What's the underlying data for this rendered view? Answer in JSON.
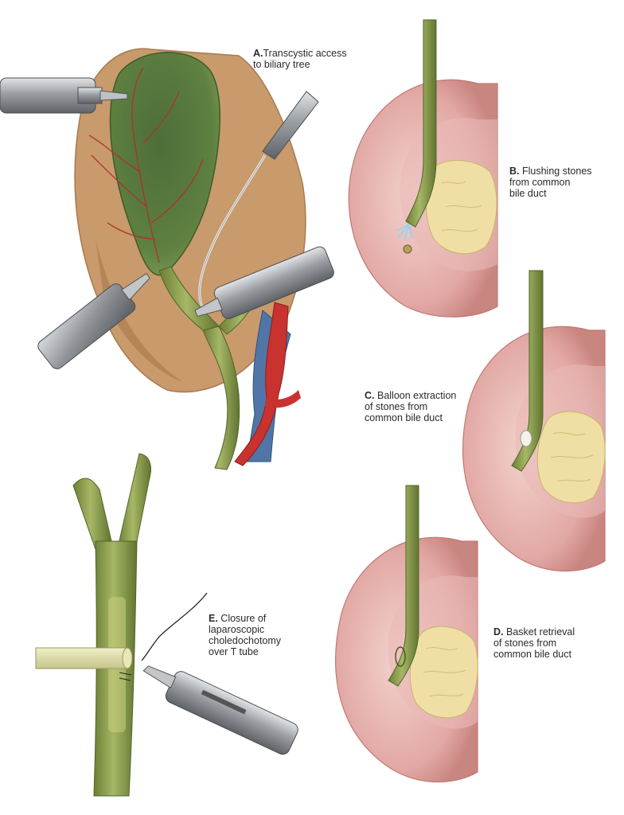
{
  "panels": {
    "a": {
      "letter": "A.",
      "lines": [
        "Transcystic access",
        "to biliary tree"
      ]
    },
    "b": {
      "letter": "B.",
      "lines": [
        "Flushing stones",
        "from common",
        "bile duct"
      ]
    },
    "c": {
      "letter": "C.",
      "lines": [
        "Balloon extraction",
        "of stones from",
        "common bile duct"
      ]
    },
    "d": {
      "letter": "D.",
      "lines": [
        "Basket retrieval",
        "of stones from",
        "common bile duct"
      ]
    },
    "e": {
      "letter": "E.",
      "lines": [
        "Closure of",
        "laparoscopic",
        "choledochotomy",
        "over T tube"
      ]
    }
  },
  "colors": {
    "bile_duct_green": "#7f9440",
    "gallbladder_green": "#5f7f3c",
    "liver_tan": "#c89a6c",
    "artery_red": "#c8322f",
    "vein_blue": "#5275a8",
    "duodenum_pink": "#e4aeab",
    "stone_yellow": "#efdfa4",
    "instrument_gray": "#8b8f93"
  }
}
